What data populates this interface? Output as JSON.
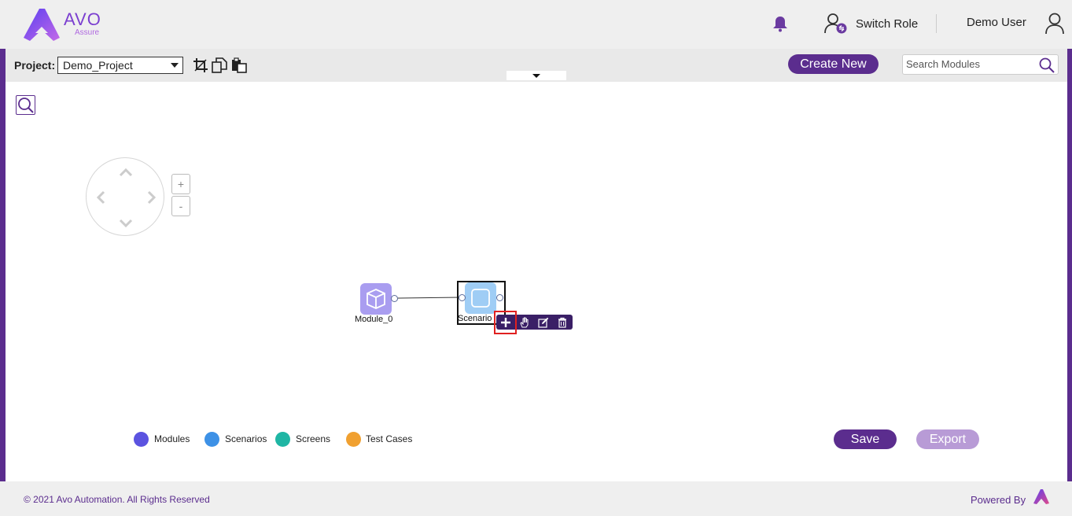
{
  "header": {
    "logo_text": "AVO",
    "logo_sub": "Assure",
    "switch_role": "Switch Role",
    "user_name": "Demo User"
  },
  "toolbar": {
    "project_label": "Project:",
    "project_value": "Demo_Project",
    "create_new": "Create New",
    "search_placeholder": "Search Modules"
  },
  "canvas": {
    "zoom_in": "+",
    "zoom_out": "-",
    "nodes": [
      {
        "type": "module",
        "label": "Module_0",
        "color": "#a99df0"
      },
      {
        "type": "scenario",
        "label": "Scenario",
        "color": "#9fcdf5"
      }
    ],
    "context_menu": [
      "add-icon",
      "drag-icon",
      "edit-icon",
      "delete-icon"
    ]
  },
  "legend": [
    {
      "label": "Modules",
      "color": "#5b53e0"
    },
    {
      "label": "Scenarios",
      "color": "#3d91e6"
    },
    {
      "label": "Screens",
      "color": "#1fb6a4"
    },
    {
      "label": "Test Cases",
      "color": "#f0a030"
    }
  ],
  "actions": {
    "save": "Save",
    "export": "Export"
  },
  "footer": {
    "copyright": "© 2021 Avo Automation. All Rights Reserved",
    "powered_by": "Powered By"
  }
}
